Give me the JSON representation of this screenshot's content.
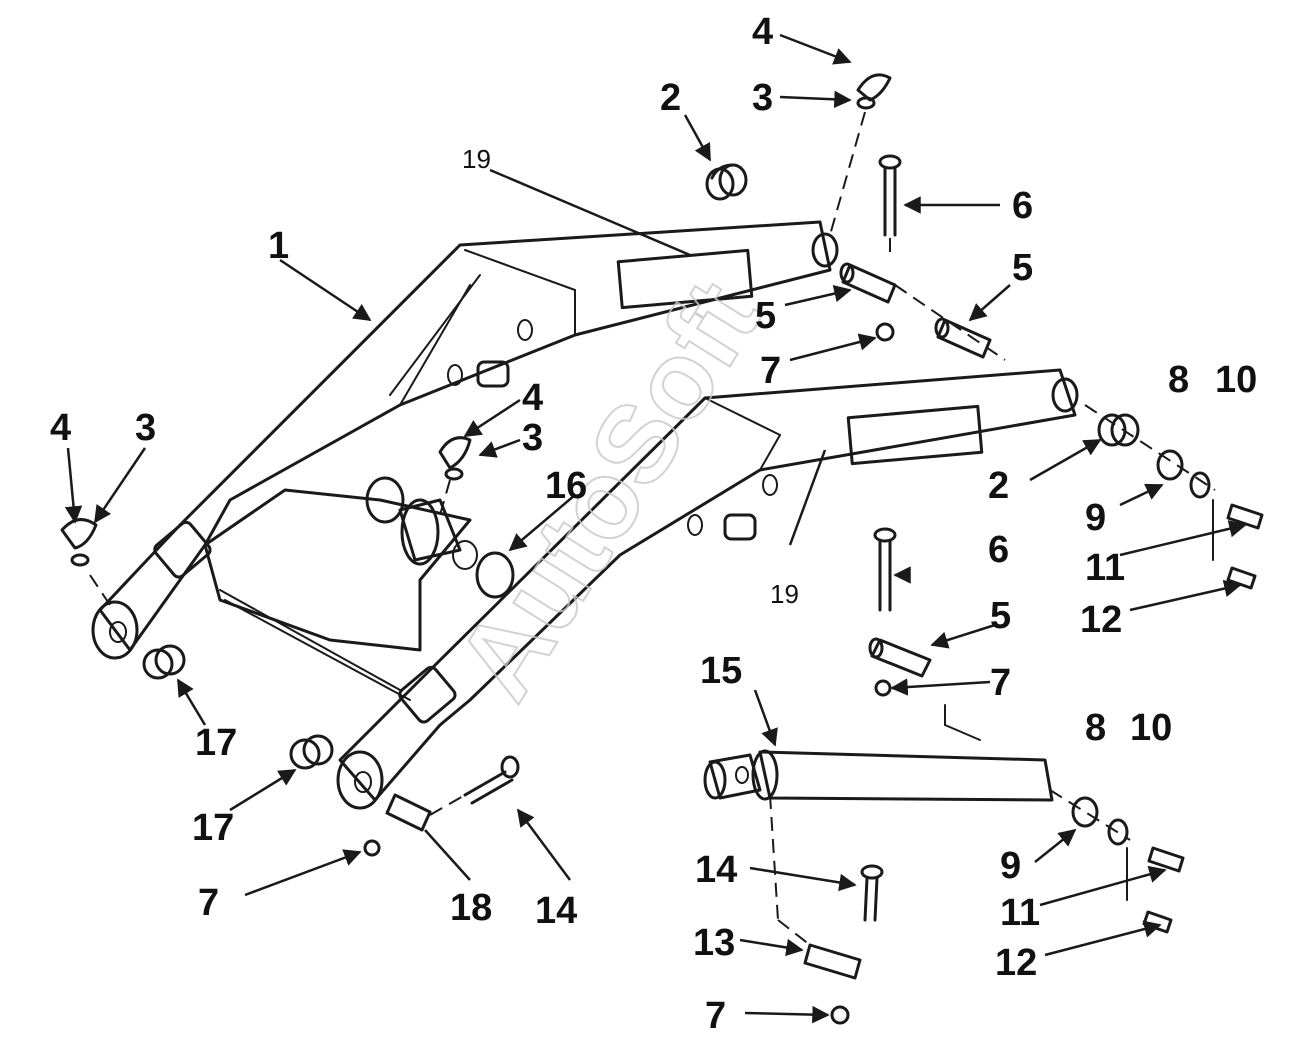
{
  "watermark": "AutoSoft",
  "callouts": {
    "c1": "1",
    "c2a": "2",
    "c2b": "2",
    "c3a": "3",
    "c3b": "3",
    "c3c": "3",
    "c4a": "4",
    "c4b": "4",
    "c4c": "4",
    "c5a": "5",
    "c5b": "5",
    "c5c": "5",
    "c6a": "6",
    "c6b": "6",
    "c7a": "7",
    "c7b": "7",
    "c7c": "7",
    "c7d": "7",
    "c8a": "8",
    "c8b": "8",
    "c9a": "9",
    "c9b": "9",
    "c10a": "10",
    "c10b": "10",
    "c11a": "11",
    "c11b": "11",
    "c12a": "12",
    "c12b": "12",
    "c13": "13",
    "c14a": "14",
    "c14b": "14",
    "c15": "15",
    "c16": "16",
    "c17a": "17",
    "c17b": "17",
    "c18": "18",
    "c19a": "19",
    "c19b": "19"
  }
}
